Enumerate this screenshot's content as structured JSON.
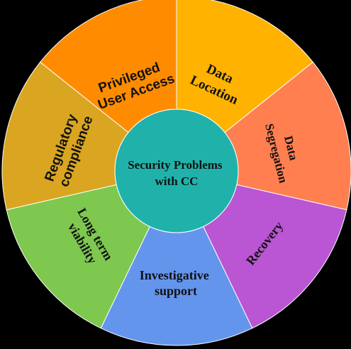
{
  "center": {
    "line1": "Security Problems",
    "line2": "with CC",
    "color": "#20B2AA"
  },
  "segments": [
    {
      "id": "privileged-user-access",
      "lines": [
        "Privileged",
        "User  Access"
      ],
      "color": "#FF8C00"
    },
    {
      "id": "data-location",
      "lines": [
        "Data",
        "Location"
      ],
      "color": "#FFB300"
    },
    {
      "id": "data-segregation",
      "lines": [
        "Data",
        "Segregation"
      ],
      "color": "#FF7F50"
    },
    {
      "id": "recovery",
      "lines": [
        "Recovery"
      ],
      "color": "#BA55D3"
    },
    {
      "id": "investigative-support",
      "lines": [
        "Investigative",
        "support"
      ],
      "color": "#6495ED"
    },
    {
      "id": "long-term-viability",
      "lines": [
        "Long term",
        "viability"
      ],
      "color": "#7EC850"
    },
    {
      "id": "regulatory-compliance",
      "lines": [
        "Regulatory",
        "compliance"
      ],
      "color": "#DAA520"
    }
  ]
}
